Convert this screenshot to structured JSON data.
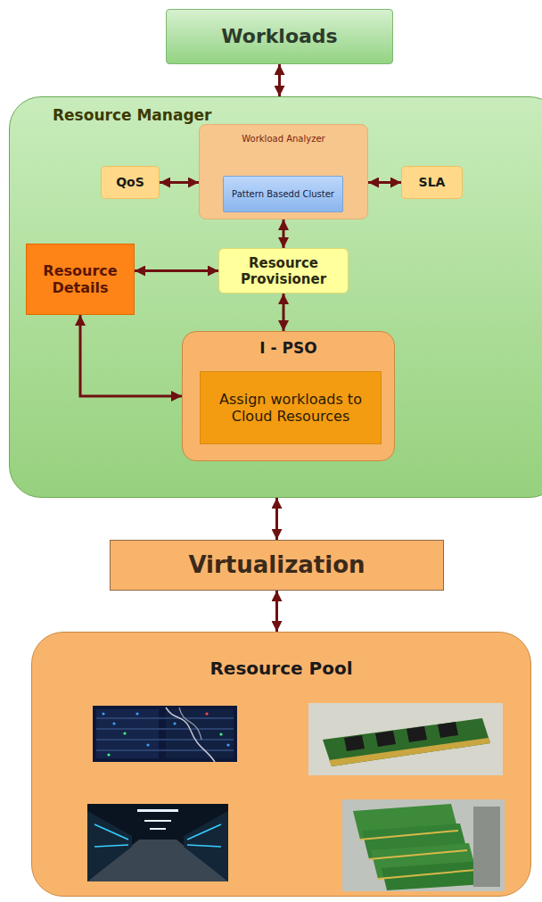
{
  "diagram": {
    "nodes": [
      {
        "text": [
          "Workloads"
        ]
      },
      {
        "text": [
          "Resource Manager"
        ]
      },
      {
        "text": [
          "Workload Analyzer"
        ],
        "in": 1
      },
      {
        "text": [
          "Pattern Basedd Cluster"
        ],
        "in": 2
      },
      {
        "text": [
          "QoS"
        ],
        "in": 1
      },
      {
        "text": [
          "SLA"
        ],
        "in": 1
      },
      {
        "text": [
          "Resource Details"
        ],
        "in": 1
      },
      {
        "text": [
          "Resource Provisioner"
        ],
        "in": 1
      },
      {
        "text": [
          "I - PSO"
        ],
        "in": 1
      },
      {
        "text": [
          "Assign workloads to Cloud Resources"
        ],
        "in": 8
      },
      {
        "text": [
          "Virtualization"
        ]
      },
      {
        "text": [
          "Resource Pool"
        ]
      }
    ],
    "edges": [
      {
        "from": 0,
        "to": 1,
        "arrow": "both"
      },
      {
        "from": 4,
        "to": 2,
        "arrow": "both"
      },
      {
        "from": 5,
        "to": 2,
        "arrow": "both"
      },
      {
        "from": 2,
        "to": 7,
        "arrow": "both"
      },
      {
        "from": 6,
        "to": 7,
        "arrow": "both"
      },
      {
        "from": 7,
        "to": 8,
        "arrow": "both"
      },
      {
        "from": 6,
        "to": 8,
        "arrow": "both"
      },
      {
        "from": 1,
        "to": 10,
        "arrow": "both"
      },
      {
        "from": 10,
        "to": 11,
        "arrow": "both"
      }
    ]
  }
}
